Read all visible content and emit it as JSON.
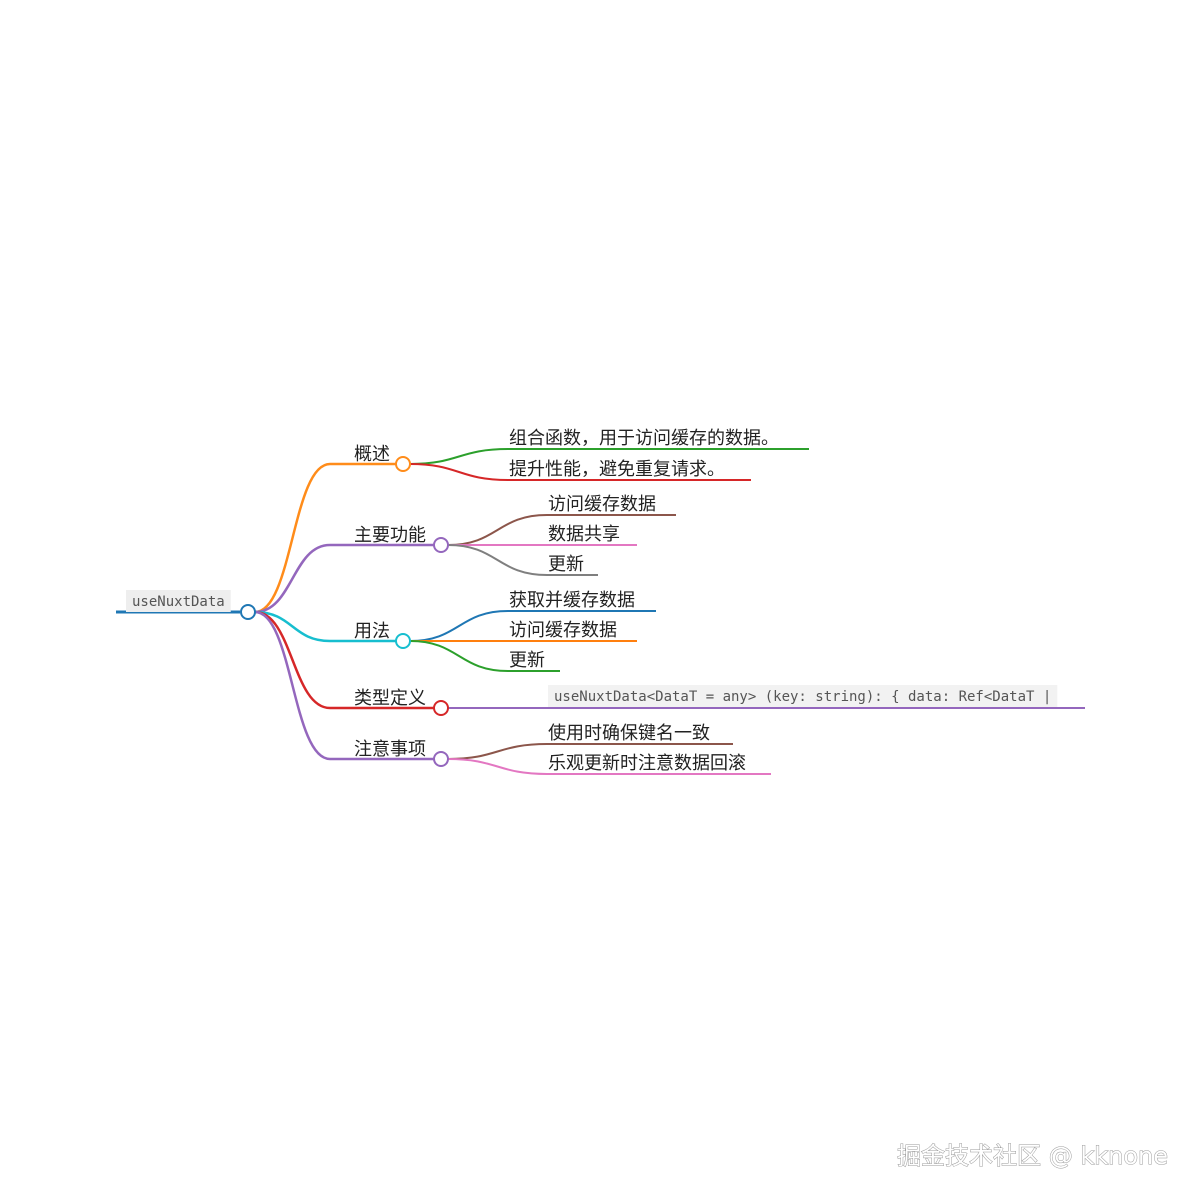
{
  "root": {
    "label": "useNuxtData",
    "color": "#1f77b4"
  },
  "branches": [
    {
      "label": "概述",
      "color": "#ff8c1a",
      "children": [
        {
          "label": "组合函数，用于访问缓存的数据。",
          "color": "#2ca02c"
        },
        {
          "label": "提升性能，避免重复请求。",
          "color": "#d62728"
        }
      ]
    },
    {
      "label": "主要功能",
      "color": "#9467bd",
      "children": [
        {
          "label": "访问缓存数据",
          "color": "#8c564b"
        },
        {
          "label": "数据共享",
          "color": "#e377c2"
        },
        {
          "label": "更新",
          "color": "#7f7f7f"
        }
      ]
    },
    {
      "label": "用法",
      "color": "#17becf",
      "children": [
        {
          "label": "获取并缓存数据",
          "color": "#1f77b4"
        },
        {
          "label": "访问缓存数据",
          "color": "#ff7f0e"
        },
        {
          "label": "更新",
          "color": "#2ca02c"
        }
      ]
    },
    {
      "label": "类型定义",
      "color": "#d62728",
      "children": [
        {
          "label": "useNuxtData<DataT = any> (key: string): { data: Ref<DataT |",
          "color": "#9467bd",
          "code": true
        }
      ]
    },
    {
      "label": "注意事项",
      "color": "#9467bd",
      "children": [
        {
          "label": "使用时确保键名一致",
          "color": "#8c564b"
        },
        {
          "label": "乐观更新时注意数据回滚",
          "color": "#e377c2"
        }
      ]
    }
  ],
  "watermark": "掘金技术社区 @ kknone"
}
